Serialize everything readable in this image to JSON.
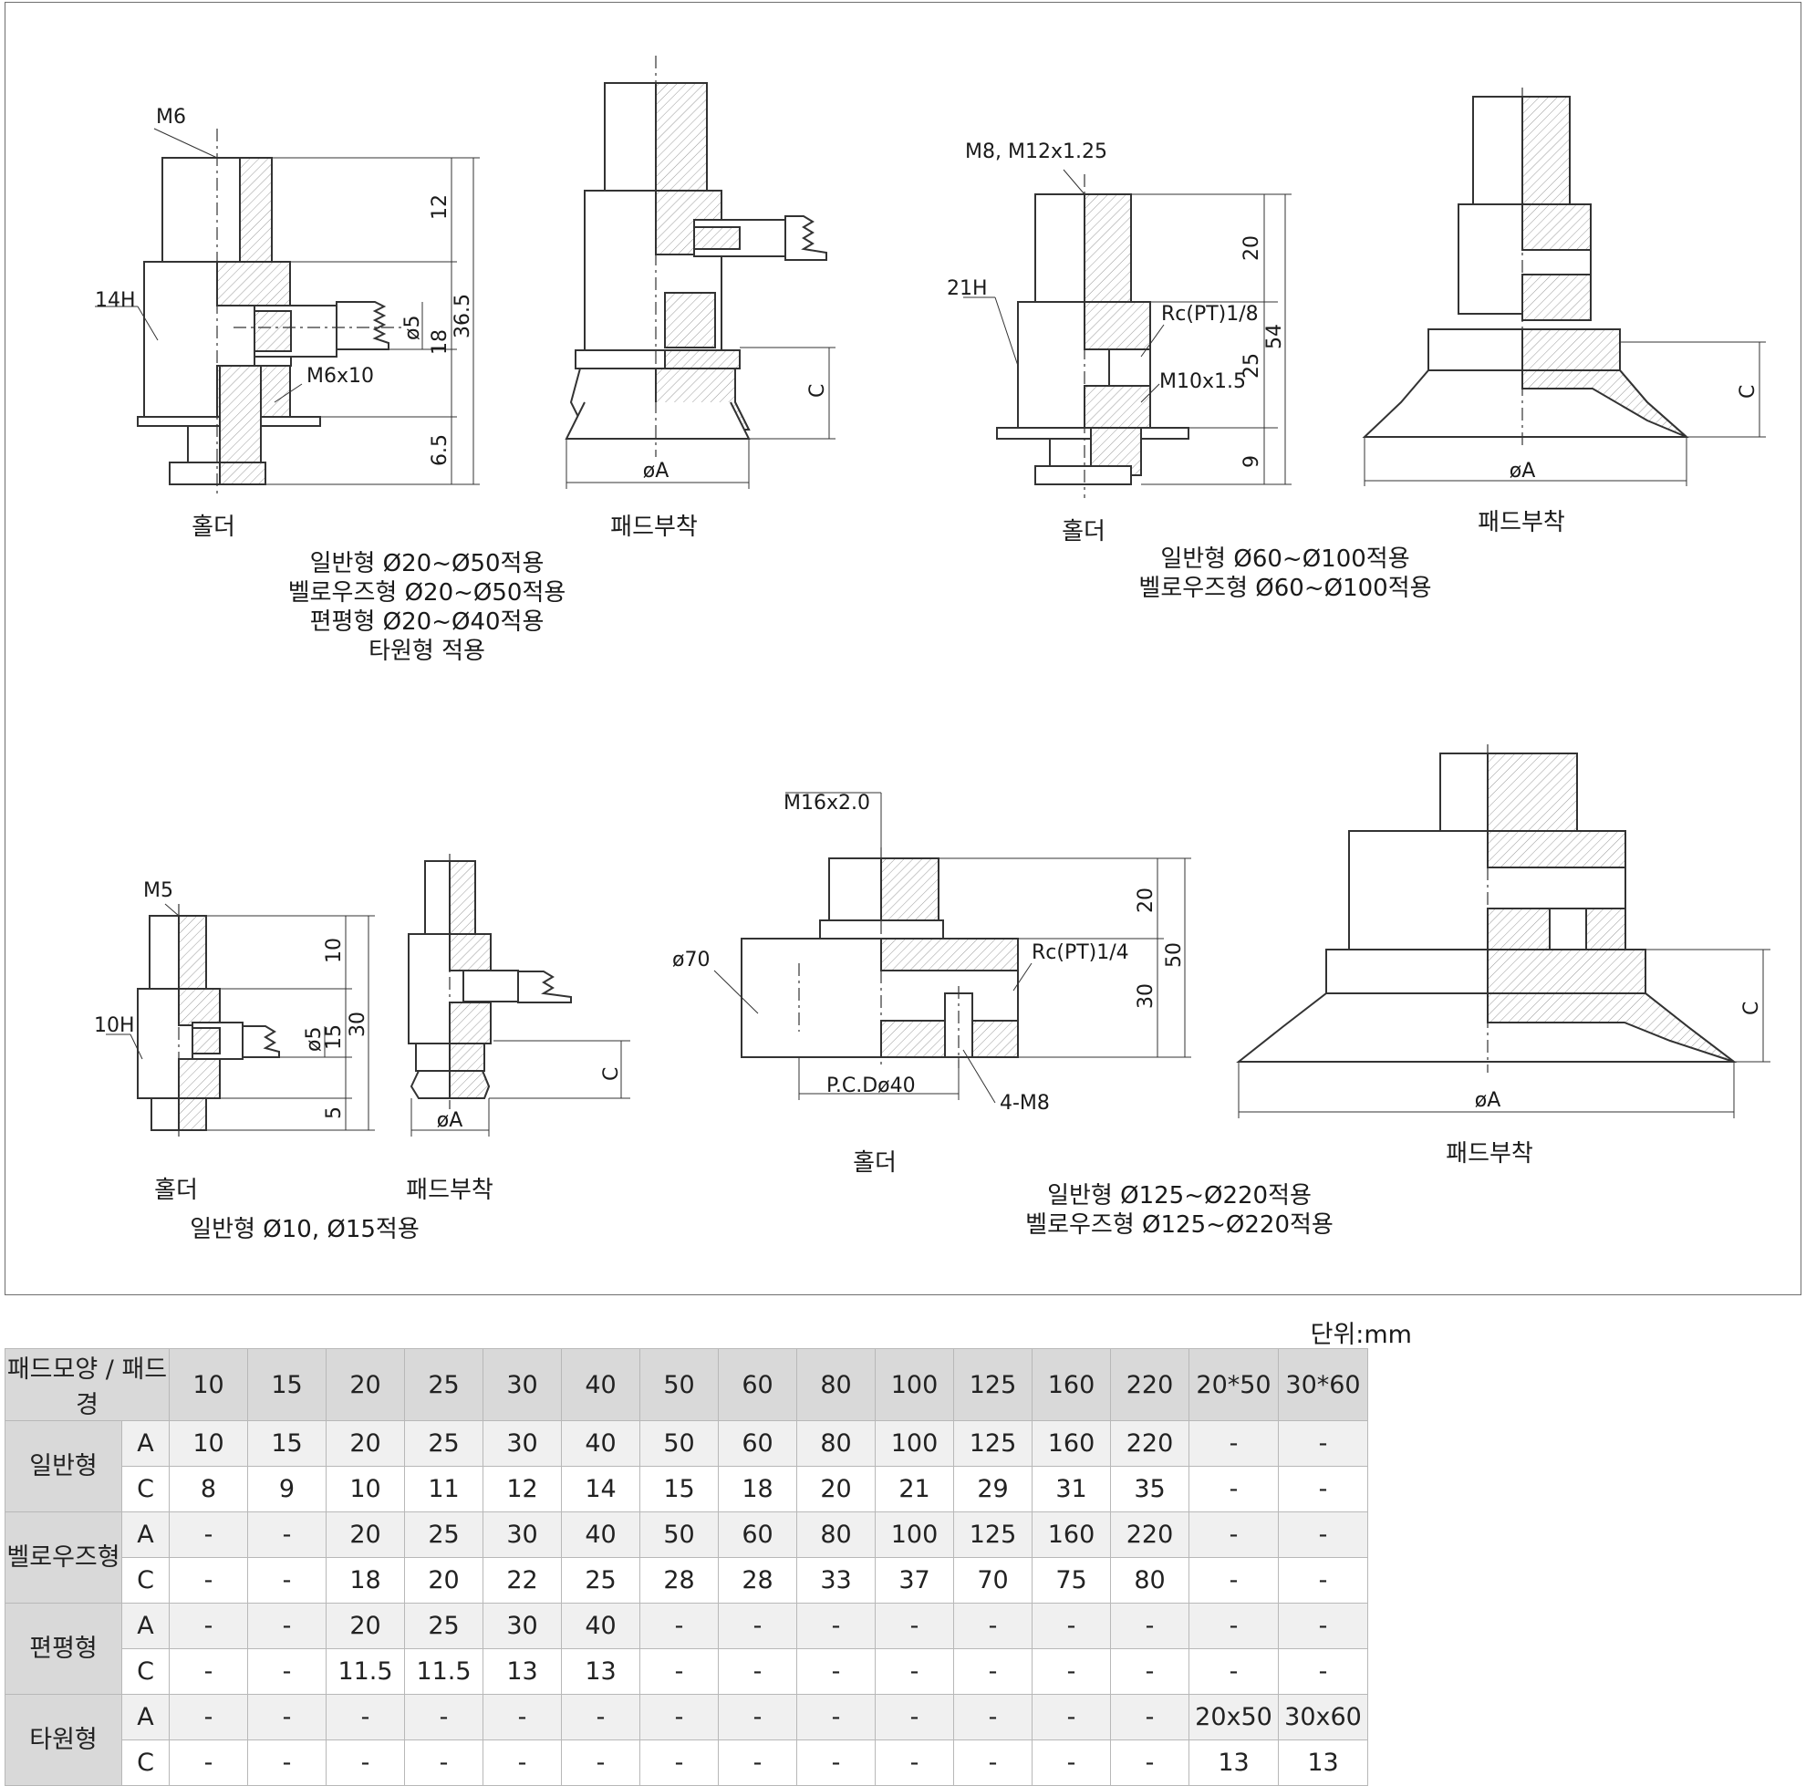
{
  "drawings": {
    "small_set": {
      "holder_labels": [
        "M6",
        "14H",
        "M6x10",
        "ø5"
      ],
      "holder_dims": [
        "12",
        "36.5",
        "18",
        "6.5"
      ],
      "holder_caption": "홀더",
      "pad_labels": [
        "C",
        "øA"
      ],
      "pad_caption": "패드부착",
      "applies": [
        "일반형 Ø20~Ø50적용",
        "벨로우즈형 Ø20~Ø50적용",
        "편평형 Ø20~Ø40적용",
        "타원형 적용"
      ]
    },
    "medium_set": {
      "holder_labels": [
        "M8, M12x1.25",
        "21H",
        "Rc(PT)1/8",
        "M10x1.5"
      ],
      "holder_dims": [
        "20",
        "54",
        "25",
        "9"
      ],
      "holder_caption": "홀더",
      "pad_labels": [
        "C",
        "øA"
      ],
      "pad_caption": "패드부착",
      "applies": [
        "일반형 Ø60~Ø100적용",
        "벨로우즈형 Ø60~Ø100적용"
      ]
    },
    "mini_set": {
      "holder_labels": [
        "M5",
        "10H",
        "ø5"
      ],
      "holder_dims": [
        "10",
        "30",
        "15",
        "5"
      ],
      "holder_caption": "홀더",
      "pad_labels": [
        "C",
        "øA"
      ],
      "pad_caption": "패드부착",
      "applies": [
        "일반형 Ø10, Ø15적용"
      ]
    },
    "large_set": {
      "holder_labels": [
        "M16x2.0",
        "ø70",
        "Rc(PT)1/4",
        "P.C.Dø40",
        "4-M8"
      ],
      "holder_dims": [
        "20",
        "50",
        "30"
      ],
      "holder_caption": "홀더",
      "pad_labels": [
        "C",
        "øA"
      ],
      "pad_caption": "패드부착",
      "applies": [
        "일반형 Ø125~Ø220적용",
        "벨로우즈형 Ø125~Ø220적용"
      ]
    }
  },
  "table": {
    "unit": "단위:mm",
    "header_label": "패드모양 / 패드경",
    "columns": [
      "10",
      "15",
      "20",
      "25",
      "30",
      "40",
      "50",
      "60",
      "80",
      "100",
      "125",
      "160",
      "220",
      "20*50",
      "30*60"
    ],
    "groups": [
      {
        "name": "일반형",
        "rows": [
          {
            "key": "A",
            "values": [
              "10",
              "15",
              "20",
              "25",
              "30",
              "40",
              "50",
              "60",
              "80",
              "100",
              "125",
              "160",
              "220",
              "-",
              "-"
            ]
          },
          {
            "key": "C",
            "values": [
              "8",
              "9",
              "10",
              "11",
              "12",
              "14",
              "15",
              "18",
              "20",
              "21",
              "29",
              "31",
              "35",
              "-",
              "-"
            ]
          }
        ]
      },
      {
        "name": "벨로우즈형",
        "rows": [
          {
            "key": "A",
            "values": [
              "-",
              "-",
              "20",
              "25",
              "30",
              "40",
              "50",
              "60",
              "80",
              "100",
              "125",
              "160",
              "220",
              "-",
              "-"
            ]
          },
          {
            "key": "C",
            "values": [
              "-",
              "-",
              "18",
              "20",
              "22",
              "25",
              "28",
              "28",
              "33",
              "37",
              "70",
              "75",
              "80",
              "-",
              "-"
            ]
          }
        ]
      },
      {
        "name": "편평형",
        "rows": [
          {
            "key": "A",
            "values": [
              "-",
              "-",
              "20",
              "25",
              "30",
              "40",
              "-",
              "-",
              "-",
              "-",
              "-",
              "-",
              "-",
              "-",
              "-"
            ]
          },
          {
            "key": "C",
            "values": [
              "-",
              "-",
              "11.5",
              "11.5",
              "13",
              "13",
              "-",
              "-",
              "-",
              "-",
              "-",
              "-",
              "-",
              "-",
              "-"
            ]
          }
        ]
      },
      {
        "name": "타원형",
        "rows": [
          {
            "key": "A",
            "values": [
              "-",
              "-",
              "-",
              "-",
              "-",
              "-",
              "-",
              "-",
              "-",
              "-",
              "-",
              "-",
              "-",
              "20x50",
              "30x60"
            ]
          },
          {
            "key": "C",
            "values": [
              "-",
              "-",
              "-",
              "-",
              "-",
              "-",
              "-",
              "-",
              "-",
              "-",
              "-",
              "-",
              "-",
              "13",
              "13"
            ]
          }
        ]
      }
    ]
  }
}
